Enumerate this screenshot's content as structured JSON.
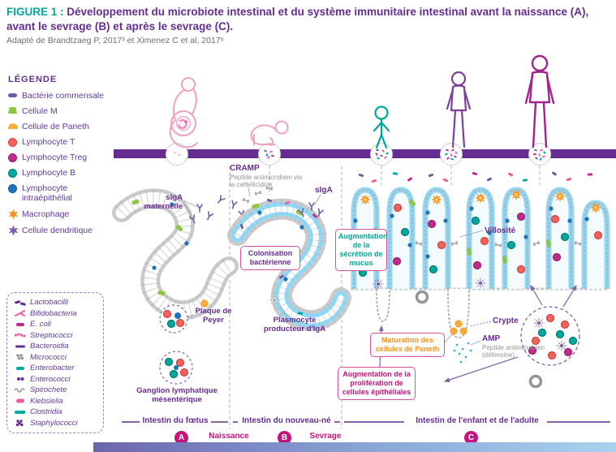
{
  "title": {
    "figure_label": "FIGURE 1 :",
    "main": "Développement du microbiote intestinal et du système immunitaire intestinal avant la naissance (A), avant le sevrage (B) et après le sevrage (C).",
    "source": "Adapté de Brandtzaeg P, 2017³ et Ximenez C et al, 2017⁶"
  },
  "legend": {
    "title": "LÉGENDE",
    "items": [
      {
        "label": "Bactérie commensale",
        "icon": "commensal-bacteria-icon",
        "color": "#6f5da3"
      },
      {
        "label": "Cellule M",
        "icon": "m-cell-icon",
        "color": "#8dc63f"
      },
      {
        "label": "Cellule de Paneth",
        "icon": "paneth-cell-icon",
        "color": "#fbb040"
      },
      {
        "label": "Lymphocyte T",
        "icon": "t-lymphocyte-icon",
        "color": "#f2635a"
      },
      {
        "label": "Lymphocyte Treg",
        "icon": "treg-lymphocyte-icon",
        "color": "#c0298d"
      },
      {
        "label": "Lymphocyte B",
        "icon": "b-lymphocyte-icon",
        "color": "#00a79d"
      },
      {
        "label": "Lymphocyte intraépithélial",
        "icon": "intraepithelial-lymphocyte-icon",
        "color": "#1b75bc"
      },
      {
        "label": "Macrophage",
        "icon": "macrophage-icon",
        "color": "#f7941d"
      },
      {
        "label": "Cellule dendritique",
        "icon": "dendritic-cell-icon",
        "color": "#7f62a8"
      }
    ]
  },
  "bacteria_legend": {
    "items": [
      {
        "label": "Lactobacilli",
        "icon": "lactobacilli-icon",
        "color": "#662d91"
      },
      {
        "label": "Bifidobacteria",
        "icon": "bifidobacteria-icon",
        "color": "#ef5ba1"
      },
      {
        "label": "E. coli",
        "icon": "e-coli-icon",
        "color": "#c2278f"
      },
      {
        "label": "Streptococci",
        "icon": "streptococci-icon",
        "color": "#ef5ba1"
      },
      {
        "label": "Bacteroidia",
        "icon": "bacteroidia-icon",
        "color": "#662d91"
      },
      {
        "label": "Micrococci",
        "icon": "micrococci-icon",
        "color": "#939598"
      },
      {
        "label": "Enterobacter",
        "icon": "enterobacter-icon",
        "color": "#00a79d"
      },
      {
        "label": "Enterococci",
        "icon": "enterococci-icon",
        "color": "#662d91"
      },
      {
        "label": "Spirochete",
        "icon": "spirochete-icon",
        "color": "#939598"
      },
      {
        "label": "Klebsiella",
        "icon": "klebsiella-icon",
        "color": "#ef5ba1"
      },
      {
        "label": "Clostridia",
        "icon": "clostridia-icon",
        "color": "#00a79d"
      },
      {
        "label": "Staphylococci",
        "icon": "staphylococci-icon",
        "color": "#662d91"
      }
    ]
  },
  "annotations": {
    "siga_maternelle": "sIgA maternelle",
    "cramp_title": "CRAMP",
    "cramp_desc": "Peptide antimicrobien via la cathélicidine",
    "siga": "sIgA",
    "colonisation": "Colonisation bactérienne",
    "mucus": "Augmentation de la sécrétion de mucus",
    "villosite": "Villosité",
    "plaque_peyer": "Plaque de Peyer",
    "plasmocyte": "Plasmocyte producteur d'IgA",
    "crypte": "Crypte",
    "maturation": "Maturation des cellules de Paneth",
    "amp_title": "AMP",
    "amp_desc": "Peptide antimicrobien (défensine)",
    "proliferation": "Augmentation de la prolifération de cellules épithéliales",
    "ganglion": "Ganglion lymphatique mésentérique"
  },
  "stages": {
    "fetus": "Intestin du fœtus",
    "naissance": "Naissance",
    "nouveau_ne": "Intestin du nouveau-né",
    "sevrage": "Sevrage",
    "enfant_adulte": "Intestin de l'enfant et de l'adulte",
    "badge_a": "A",
    "badge_b": "B",
    "badge_c": "C"
  },
  "figures": {
    "stage_icons": [
      "pregnant-woman",
      "crawling-baby",
      "toddler",
      "child",
      "adult"
    ]
  },
  "colors": {
    "accent_teal": "#00a79d",
    "accent_purple": "#662d91",
    "accent_magenta": "#c4157f",
    "mucus_blue": "#29abe2",
    "macrophage_orange": "#f7941d"
  }
}
